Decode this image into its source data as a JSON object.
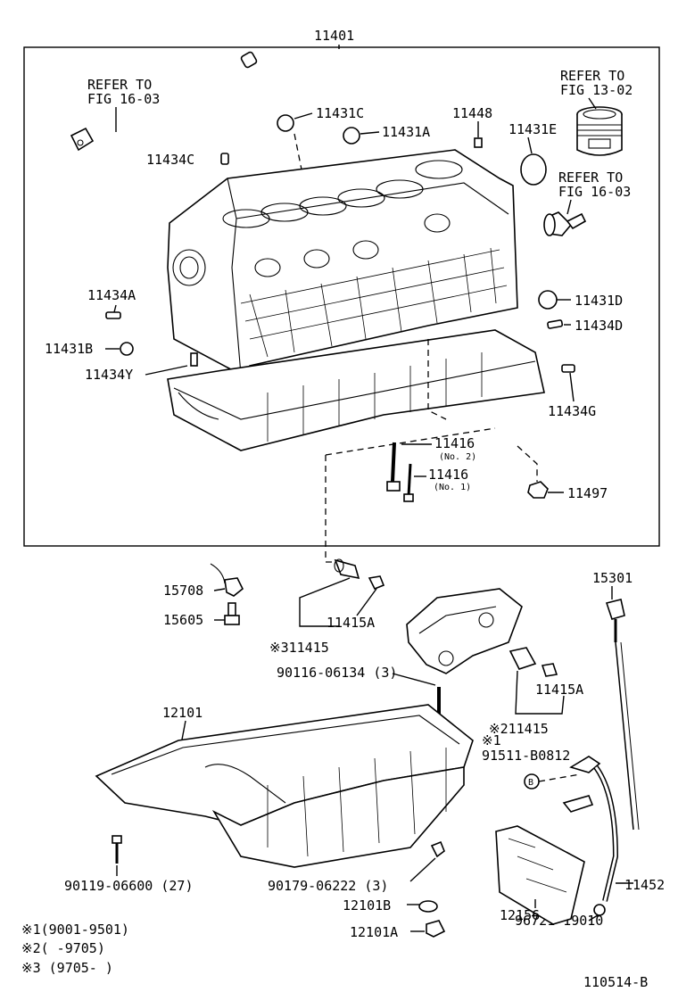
{
  "diagram": {
    "main_assembly": "11401",
    "labels": {
      "refer_16_03_a_1": "REFER TO",
      "refer_16_03_a_2": "FIG 16-03",
      "refer_13_02_1": "REFER TO",
      "refer_13_02_2": "FIG 13-02",
      "refer_16_03_b_1": "REFER TO",
      "refer_16_03_b_2": "FIG 16-03",
      "p11431C": "11431C",
      "p11448": "11448",
      "p11431A": "11431A",
      "p11431E": "11431E",
      "p11434C": "11434C",
      "p11434A": "11434A",
      "p11431D": "11431D",
      "p11434D": "11434D",
      "p11431B": "11431B",
      "p11434Y": "11434Y",
      "p11434G": "11434G",
      "p11416_no2": "11416",
      "p11416_no2_sub": "(No. 2)",
      "p11416_no1": "11416",
      "p11416_no1_sub": "(No. 1)",
      "p11497": "11497",
      "p15301": "15301",
      "p15708": "15708",
      "p15605": "15605",
      "p11415A_a": "11415A",
      "p11415_3": "※311415",
      "p90116": "90116-06134 (3)",
      "p11415A_b": "11415A",
      "p11415_2": "※211415",
      "p_ast1": "※1",
      "p91511": "91511-B0812",
      "p12101": "12101",
      "p90119": "90119-06600 (27)",
      "p90179": "90179-06222 (3)",
      "p12101B": "12101B",
      "p12101A": "12101A",
      "p12156": "12156",
      "p11452": "11452",
      "p96721": "96721-19010",
      "marker_b": "B"
    },
    "footnotes": [
      "※1(9001-9501)",
      "※2(      -9705)",
      "※3 (9705-        )"
    ],
    "figure_id": "110514-B"
  }
}
